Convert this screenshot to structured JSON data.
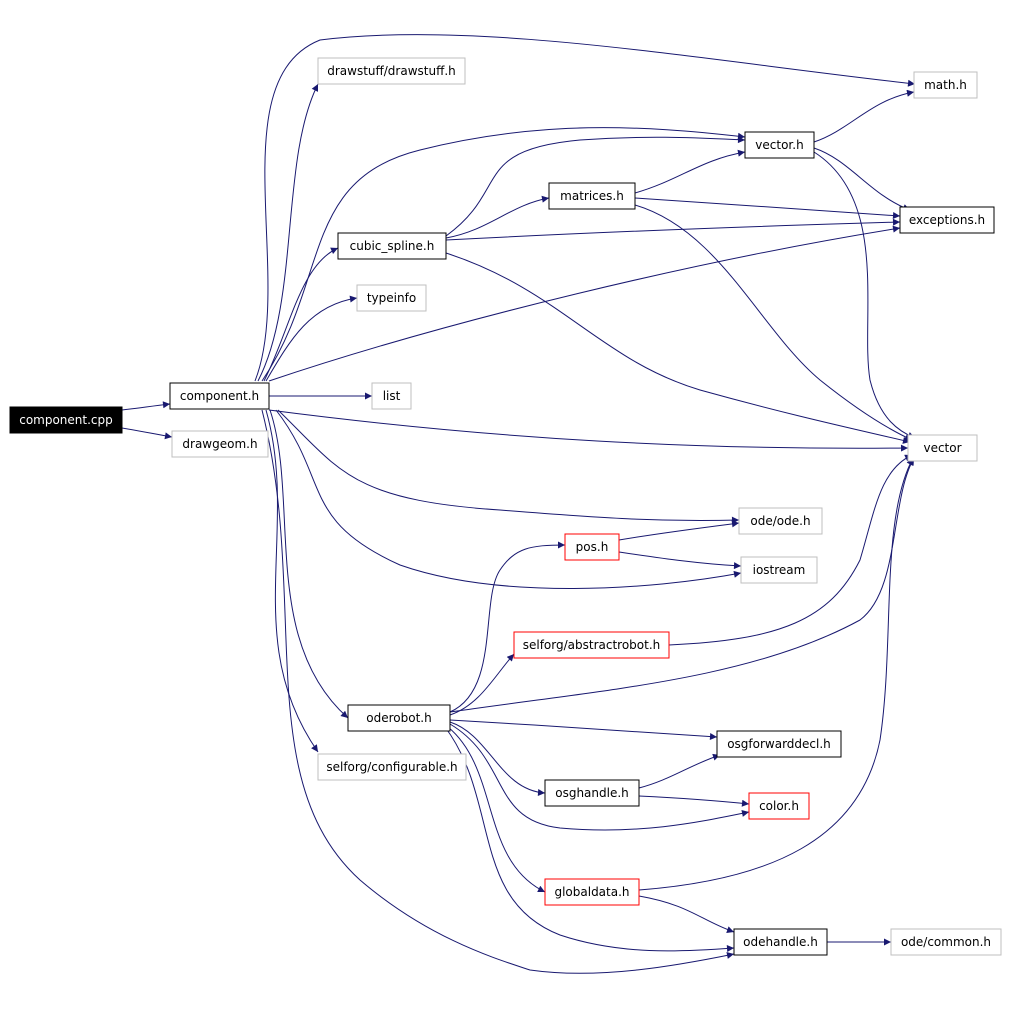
{
  "colors": {
    "edge": "#191970",
    "border_black": "#000000",
    "border_gray": "#bfbfbf",
    "border_red": "#ff0000",
    "root_fill": "#000000",
    "root_text": "#ffffff",
    "text": "#000000",
    "background": "#ffffff"
  },
  "nodes": {
    "component_cpp": {
      "label": "component.cpp",
      "style": "root"
    },
    "component_h": {
      "label": "component.h",
      "style": "black"
    },
    "drawgeom_h": {
      "label": "drawgeom.h",
      "style": "gray"
    },
    "drawstuff_h": {
      "label": "drawstuff/drawstuff.h",
      "style": "gray"
    },
    "math_h": {
      "label": "math.h",
      "style": "gray"
    },
    "vector_h": {
      "label": "vector.h",
      "style": "black"
    },
    "matrices_h": {
      "label": "matrices.h",
      "style": "black"
    },
    "exceptions_h": {
      "label": "exceptions.h",
      "style": "black"
    },
    "cubic_spline_h": {
      "label": "cubic_spline.h",
      "style": "black"
    },
    "typeinfo": {
      "label": "typeinfo",
      "style": "gray"
    },
    "list": {
      "label": "list",
      "style": "gray"
    },
    "vector": {
      "label": "vector",
      "style": "gray"
    },
    "ode_ode_h": {
      "label": "ode/ode.h",
      "style": "gray"
    },
    "pos_h": {
      "label": "pos.h",
      "style": "red"
    },
    "iostream": {
      "label": "iostream",
      "style": "gray"
    },
    "abstractrobot_h": {
      "label": "selforg/abstractrobot.h",
      "style": "red"
    },
    "oderobot_h": {
      "label": "oderobot.h",
      "style": "black"
    },
    "osgforwarddecl_h": {
      "label": "osgforwarddecl.h",
      "style": "black"
    },
    "configurable_h": {
      "label": "selforg/configurable.h",
      "style": "gray"
    },
    "osghandle_h": {
      "label": "osghandle.h",
      "style": "black"
    },
    "color_h": {
      "label": "color.h",
      "style": "red"
    },
    "globaldata_h": {
      "label": "globaldata.h",
      "style": "red"
    },
    "odehandle_h": {
      "label": "odehandle.h",
      "style": "black"
    },
    "ode_common_h": {
      "label": "ode/common.h",
      "style": "gray"
    }
  }
}
